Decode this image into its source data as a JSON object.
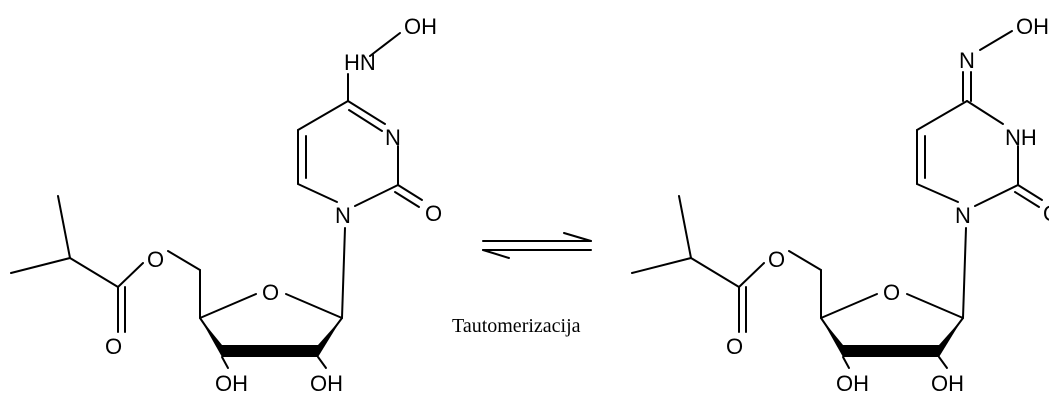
{
  "caption": "Tautomerizacija",
  "left_molecule": {
    "labels": {
      "hn": "HN",
      "oh_top": "OH",
      "n3": "N",
      "carbonyl_o": "O",
      "n1": "N",
      "ring_o": "O",
      "ester_o": "O",
      "ester_dbl_o": "O",
      "oh_3": "OH",
      "oh_2": "OH"
    }
  },
  "right_molecule": {
    "labels": {
      "n_oxime": "N",
      "oh_top": "OH",
      "nh": "NH",
      "carbonyl_o": "O",
      "n1": "N",
      "ring_o": "O",
      "ester_o": "O",
      "ester_dbl_o": "O",
      "oh_3": "OH",
      "oh_2": "OH"
    }
  },
  "arrow": {
    "type": "equilibrium-half-arrows"
  }
}
